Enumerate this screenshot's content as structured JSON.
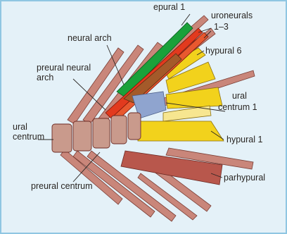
{
  "figure": {
    "labels": {
      "epural": "epural 1",
      "uroneurals_line1": "uroneurals",
      "uroneurals_line2": "1–3",
      "neural_arch": "neural arch",
      "hypural6": "hypural 6",
      "preural_neural_arch_line1": "preural neural",
      "preural_neural_arch_line2": "arch",
      "ural_centrum1_line1": "ural",
      "ural_centrum1_line2": "centrum 1",
      "ural_centrum_line1": "ural",
      "ural_centrum_line2": "centrum",
      "hypural1": "hypural 1",
      "parhypural": "parhypural",
      "preural_centrum": "preural centrum"
    },
    "colors": {
      "background": "#e4f1f8",
      "border": "#8fc6e2",
      "bone": "#c9867a",
      "bone_dark": "#a55f55",
      "hypural_yellow": "#f2d21c",
      "epural_green": "#1aa13a",
      "uroneural_red": "#e23a1e",
      "neural_arch_brown": "#a45a2a",
      "ural_centrum_blue": "#8fa4cf"
    }
  }
}
